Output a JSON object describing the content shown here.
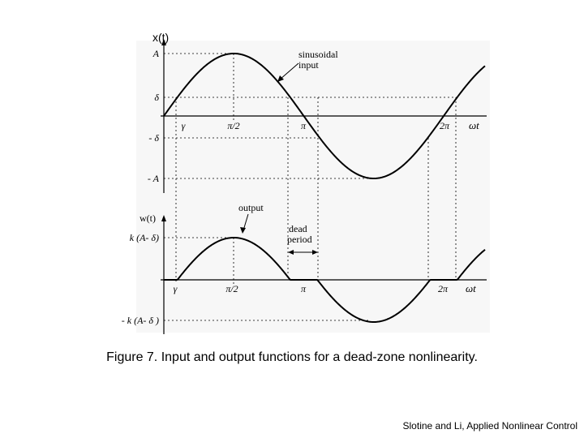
{
  "top_plot": {
    "y_axis_label": "x(t)",
    "x_axis_label": "ωt",
    "y_ticks": [
      "A",
      "δ",
      "- δ",
      "- A"
    ],
    "x_ticks": [
      "γ",
      "π/2",
      "π",
      "2π"
    ],
    "annotation": [
      "sinusoidal",
      "input"
    ]
  },
  "bottom_plot": {
    "y_axis_label": "w(t)",
    "x_axis_label": "ωt",
    "y_ticks": [
      "k (A- δ)",
      "- k (A- δ )"
    ],
    "x_ticks": [
      "γ",
      "π/2",
      "π",
      "2π"
    ],
    "annotation": "output",
    "dead_label": [
      "dead",
      "period"
    ]
  },
  "caption": "Figure 7. Input and output functions for a dead-zone nonlinearity.",
  "credit": "Slotine and Li, Applied Nonlinear Control",
  "colors": {
    "ink": "#000000",
    "paper": "#ffffff",
    "backdrop_panel": "#f7f7f7"
  }
}
